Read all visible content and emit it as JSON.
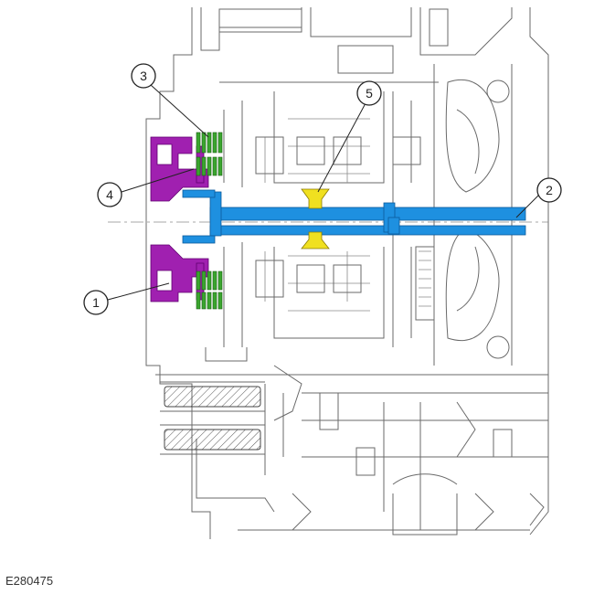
{
  "figure_id": "E280475",
  "colors": {
    "piston": "#a020b0",
    "clutch_plates": "#3aa52e",
    "shaft": "#1e90e0",
    "hub": "#f0e020",
    "linework": "#6a6a6a"
  },
  "callouts": [
    {
      "label": "1"
    },
    {
      "label": "2"
    },
    {
      "label": "3"
    },
    {
      "label": "4"
    },
    {
      "label": "5"
    }
  ]
}
